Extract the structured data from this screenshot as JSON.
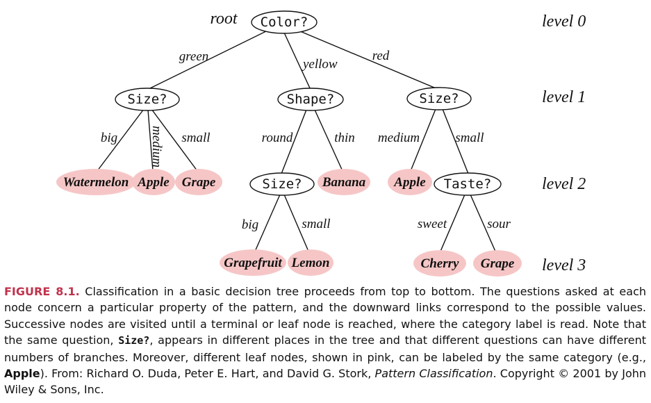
{
  "root_label": "root",
  "level_labels": [
    "level 0",
    "level 1",
    "level 2",
    "level 3"
  ],
  "nodes": {
    "color": "Color?",
    "size_green": "Size?",
    "shape": "Shape?",
    "size_red": "Size?",
    "size_yellow": "Size?",
    "taste": "Taste?"
  },
  "leaves": {
    "watermelon": "Watermelon",
    "apple_green": "Apple",
    "grape_green": "Grape",
    "banana": "Banana",
    "apple_red": "Apple",
    "grapefruit": "Grapefruit",
    "lemon": "Lemon",
    "cherry": "Cherry",
    "grape_red": "Grape"
  },
  "edges": {
    "green": "green",
    "yellow": "yellow",
    "red": "red",
    "big_1": "big",
    "medium_1": "medium",
    "small_1": "small",
    "round": "round",
    "thin": "thin",
    "medium_2": "medium",
    "small_2": "small",
    "big_2": "big",
    "small_3": "small",
    "sweet": "sweet",
    "sour": "sour"
  },
  "caption": {
    "figure_label": "FIGURE 8.1.",
    "text_1": " Classification in a basic decision tree proceeds from top to bottom. The questions asked at each node concern a particular property of the pattern, and the downward links correspond to the possible values. Successive nodes are visited until a terminal or leaf node is reached, where the category label is read. Note that the same question, ",
    "mono_term": "Size?",
    "text_2": ", appears in different places in the tree and that different questions can have different numbers of branches. Moreover, different leaf nodes, shown in pink, can be labeled by the same category (e.g., ",
    "bold_term": "Apple",
    "text_3": "). From: Richard O. Duda, Peter E. Hart, and David G. Stork, ",
    "book_title": "Pattern Classification",
    "text_4": ". Copyright © 2001 by John Wiley & Sons, Inc."
  }
}
